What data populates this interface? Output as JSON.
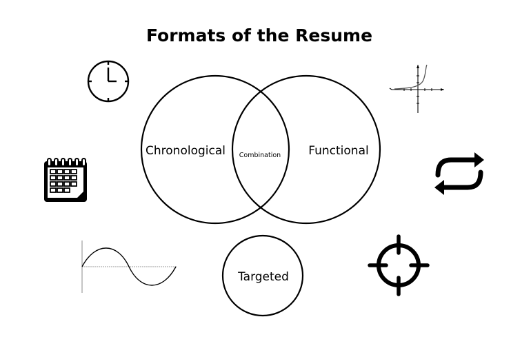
{
  "diagram": {
    "title": "Formats of the Resume",
    "circles": {
      "chronological": "Chronological",
      "combination": "Combination",
      "functional": "Functional",
      "targeted": "Targeted"
    },
    "icons": {
      "top_left": "clock-icon",
      "top_right": "function-graph-icon",
      "mid_left": "calendar-icon",
      "mid_right": "repeat-arrows-icon",
      "bottom_left": "sine-wave-icon",
      "bottom_right": "crosshair-target-icon"
    },
    "colors": {
      "stroke": "#000000",
      "background": "#ffffff"
    }
  }
}
